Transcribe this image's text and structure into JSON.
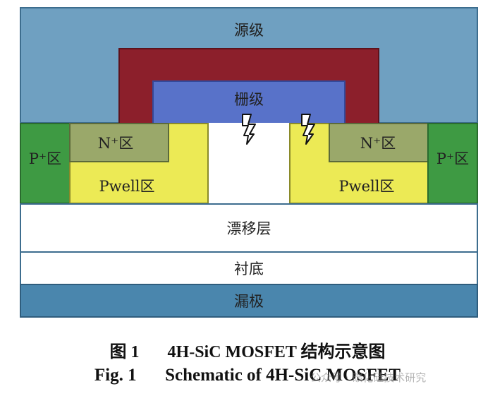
{
  "layers": {
    "source": "源级",
    "gate": "栅级",
    "n_plus": "N⁺区",
    "p_plus": "P⁺区",
    "pwell": "Pwell区",
    "drift": "漂移层",
    "substrate": "衬底",
    "drain": "漏极"
  },
  "caption": {
    "cn_num": "图 1",
    "cn_text": "4H-SiC MOSFET 结构示意图",
    "en_num": "Fig. 1",
    "en_text": "Schematic of 4H-SiC MOSFET"
  },
  "watermark": "公众号 · 碳化硅技术研究",
  "colors": {
    "source": "#6fa0c1",
    "oxide": "#8c1f2b",
    "gate": "#5872c9",
    "p_plus": "#3e9a43",
    "n_plus": "#9aa86a",
    "pwell": "#ecea55",
    "drift": "#ffffff",
    "substrate": "#ffffff",
    "drain": "#4a86ad"
  }
}
